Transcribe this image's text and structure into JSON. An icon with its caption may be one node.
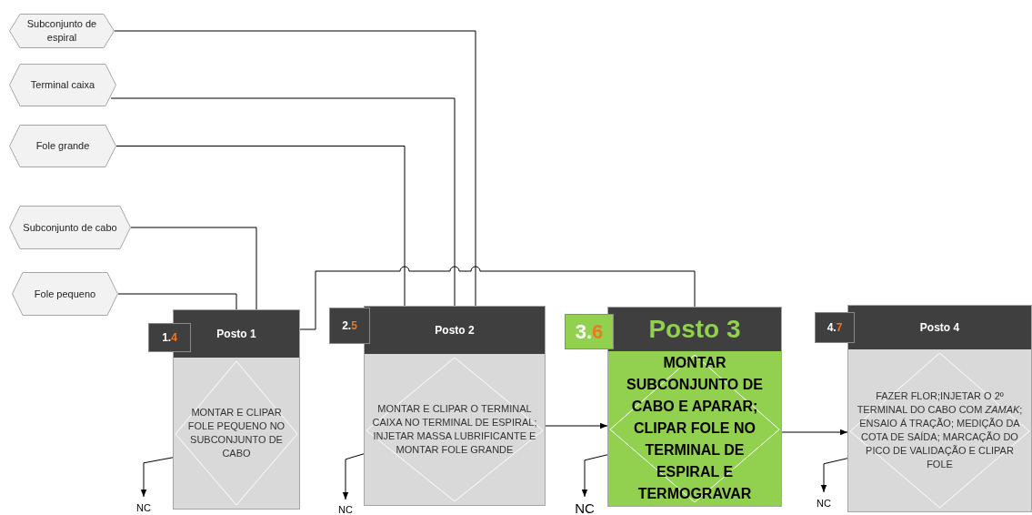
{
  "diagram": {
    "nodes": [
      {
        "text": [
          "Subconjunto de espiral"
        ]
      },
      {
        "text": [
          "Terminal caixa"
        ]
      },
      {
        "text": [
          "Fole grande"
        ]
      },
      {
        "text": [
          "Subconjunto de cabo"
        ]
      },
      {
        "text": [
          "Fole pequeno"
        ]
      },
      {
        "text": [
          "Posto 1",
          "MONTAR E CLIPAR FOLE PEQUENO NO SUBCONJUNTO DE CABO"
        ]
      },
      {
        "text": [
          "1.",
          "4"
        ]
      },
      {
        "text": [
          "NC"
        ]
      },
      {
        "text": [
          "Posto 2",
          "MONTAR E CLIPAR O TERMINAL CAIXA NO TERMINAL DE ESPIRAL; INJETAR MASSA LUBRIFICANTE E MONTAR FOLE GRANDE"
        ]
      },
      {
        "text": [
          "2.",
          "5"
        ]
      },
      {
        "text": [
          "NC"
        ]
      },
      {
        "text": [
          "Posto 3",
          "MONTAR SUBCONJUNTO DE CABO E APARAR; CLIPAR FOLE NO TERMINAL DE ESPIRAL E TERMOGRAVAR"
        ]
      },
      {
        "text": [
          "3.",
          "6"
        ]
      },
      {
        "text": [
          "NC"
        ]
      },
      {
        "text": [
          "Posto 4",
          "FAZER FLOR;INJETAR O 2º TERMINAL DO CABO COM *ZAMAK*; ENSAIO Á TRAÇÃO; MEDIÇÃO DA COTA DE SAÍDA; MARCAÇÃO DO PICO DE VALIDAÇÃO E CLIPAR FOLE"
        ]
      },
      {
        "text": [
          "4.",
          "7"
        ]
      },
      {
        "text": [
          "NC"
        ]
      }
    ],
    "edges": [
      {
        "from": 4,
        "to": 5,
        "arrow": "none"
      },
      {
        "from": 3,
        "to": 5,
        "arrow": "none"
      },
      {
        "from": 2,
        "to": 8,
        "arrow": "none"
      },
      {
        "from": 1,
        "to": 8,
        "arrow": "none"
      },
      {
        "from": 0,
        "to": 8,
        "arrow": "none"
      },
      {
        "from": 5,
        "to": 11,
        "arrow": "none"
      },
      {
        "from": 8,
        "to": 11,
        "arrow": "to"
      },
      {
        "from": 11,
        "to": 14,
        "arrow": "to"
      },
      {
        "from": 5,
        "to": 7,
        "arrow": "to"
      },
      {
        "from": 8,
        "to": 10,
        "arrow": "to"
      },
      {
        "from": 11,
        "to": 13,
        "arrow": "to"
      },
      {
        "from": 14,
        "to": 16,
        "arrow": "to"
      }
    ]
  }
}
